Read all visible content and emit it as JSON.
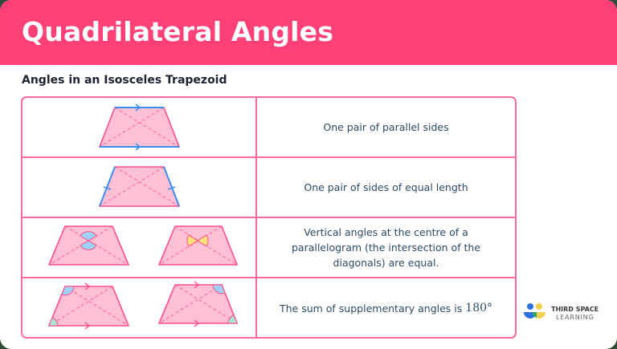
{
  "header": {
    "title": "Quadrilateral Angles",
    "background_color": "#ff4077"
  },
  "subtitle": "Angles in an Isosceles Trapezoid",
  "table": {
    "border_color": "#ff6b9b",
    "rows": [
      {
        "diagram": "trapezoid-parallel-sides",
        "description": "One pair of parallel sides"
      },
      {
        "diagram": "trapezoid-equal-legs",
        "description": "One pair of sides of equal length"
      },
      {
        "diagram": "trapezoid-vertical-angles",
        "description": "Vertical angles at the centre of a parallelogram (the intersection of the diagonals) are equal."
      },
      {
        "diagram": "trapezoid-supplementary-angles",
        "description": "The sum of supplementary angles is",
        "value": "180°"
      }
    ]
  },
  "colors": {
    "shape_fill": "#ffc0d3",
    "shape_stroke": "#ff4d88",
    "highlight_blue": "#3a8ef0",
    "angle_blue": "#9fd0f5",
    "angle_yellow": "#ffe27a",
    "angle_green": "#a8e6cf"
  },
  "logo": {
    "line1": "THIRD SPACE",
    "line2": "LEARNING"
  }
}
